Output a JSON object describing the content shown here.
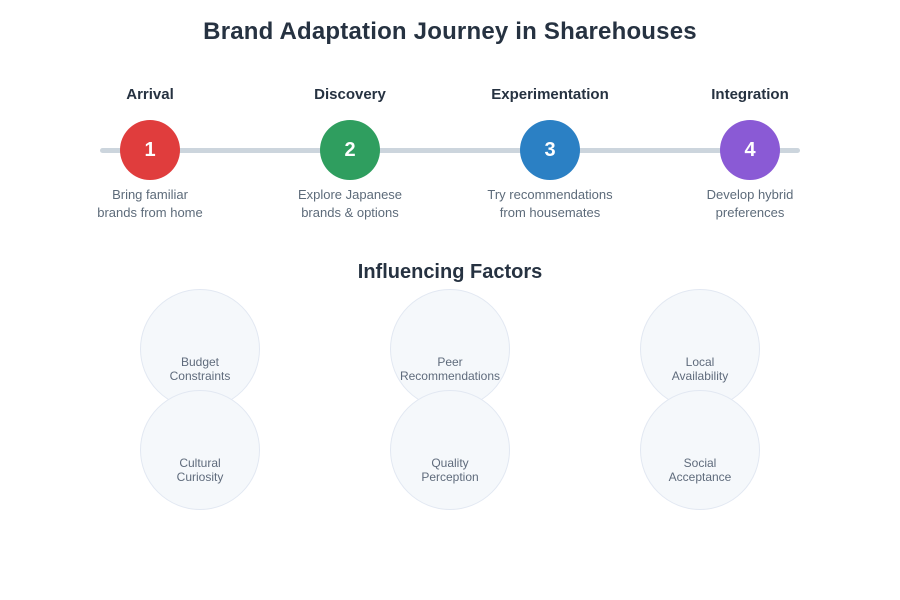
{
  "title": "Brand Adaptation Journey in Sharehouses",
  "journey": {
    "line_color": "#ccd5dd",
    "steps": [
      {
        "title": "Arrival",
        "number": "1",
        "color": "#e03d3d",
        "lines": [
          "Bring familiar",
          "brands from home"
        ]
      },
      {
        "title": "Discovery",
        "number": "2",
        "color": "#2f9e5f",
        "lines": [
          "Explore Japanese",
          "brands & options"
        ]
      },
      {
        "title": "Experimentation",
        "number": "3",
        "color": "#2b80c4",
        "lines": [
          "Try recommendations",
          "from housemates"
        ]
      },
      {
        "title": "Integration",
        "number": "4",
        "color": "#8a5ad5",
        "lines": [
          "Develop hybrid",
          "preferences"
        ]
      }
    ]
  },
  "factors": {
    "title": "Influencing Factors",
    "circle_fill": "#f5f8fb",
    "items": [
      {
        "lines": [
          "Budget",
          "Constraints"
        ]
      },
      {
        "lines": [
          "Cultural",
          "Curiosity"
        ]
      },
      {
        "lines": [
          "Peer",
          "Recommendations"
        ]
      },
      {
        "lines": [
          "Quality",
          "Perception"
        ]
      },
      {
        "lines": [
          "Local",
          "Availability"
        ]
      },
      {
        "lines": [
          "Social",
          "Acceptance"
        ]
      }
    ]
  }
}
